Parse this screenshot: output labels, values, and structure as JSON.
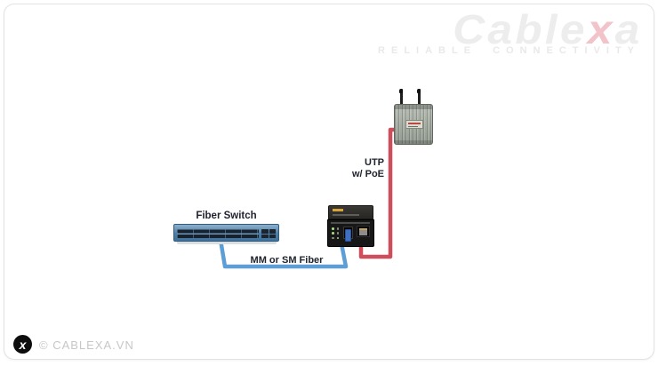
{
  "watermark": {
    "brand_prefix": "Cable",
    "brand_accent": "x",
    "brand_suffix": "a",
    "tagline": "RELIABLE CONNECTIVITY"
  },
  "diagram": {
    "switch_label": "Fiber Switch",
    "fiber_cable_label": "MM or SM Fiber",
    "utp_label_line1": "UTP",
    "utp_label_line2": "w/ PoE"
  },
  "colors": {
    "fiber_cable": "#5d9ed6",
    "utp_cable": "#ce4e5c",
    "brand_accent": "#f3c3ca",
    "switch_chassis": "#4d7fa6"
  },
  "footer": {
    "logo_glyph": "x",
    "copyright": "© CABLEXA.VN"
  }
}
